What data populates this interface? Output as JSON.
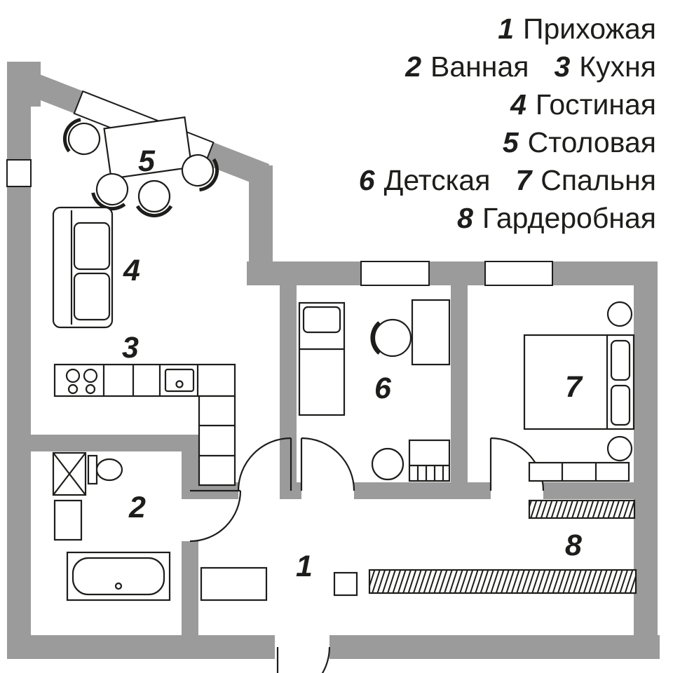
{
  "colors": {
    "wall": "#9b9b9b",
    "line": "#1d1d1b",
    "background": "#ffffff"
  },
  "legend": {
    "items": [
      {
        "num": "1",
        "name": "Прихожая"
      },
      {
        "num": "2",
        "name": "Ванная"
      },
      {
        "num": "3",
        "name": "Кухня"
      },
      {
        "num": "4",
        "name": "Гостиная"
      },
      {
        "num": "5",
        "name": "Столовая"
      },
      {
        "num": "6",
        "name": "Детская"
      },
      {
        "num": "7",
        "name": "Спальня"
      },
      {
        "num": "8",
        "name": "Гардеробная"
      }
    ]
  },
  "plan": {
    "room_labels": {
      "r1": "1",
      "r2": "2",
      "r3": "3",
      "r4": "4",
      "r5": "5",
      "r6": "6",
      "r7": "7",
      "r8": "8"
    }
  }
}
